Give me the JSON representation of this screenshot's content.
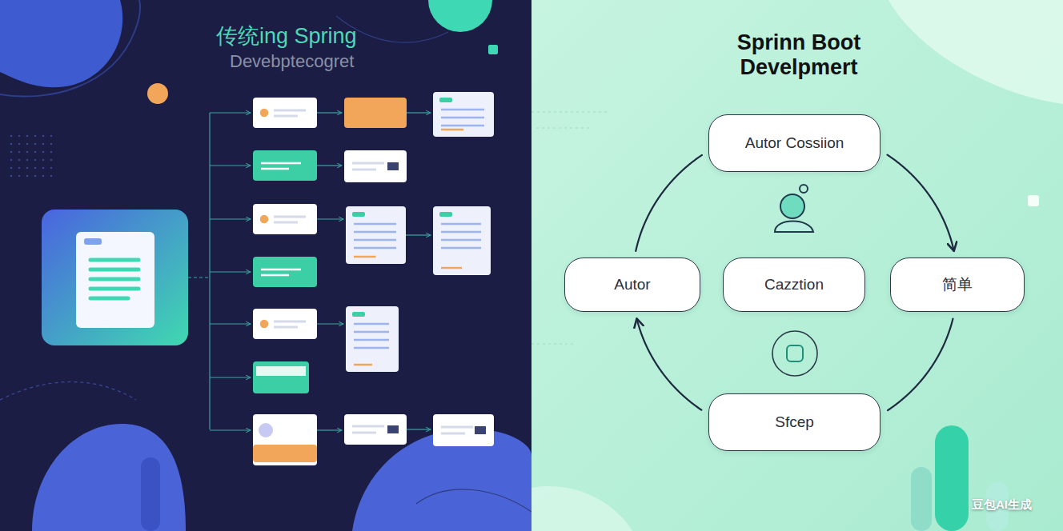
{
  "diagram": {
    "nodes": [
      {
        "text": [
          "Autor Cossiion"
        ]
      },
      {
        "text": [
          "Autor"
        ]
      },
      {
        "text": [
          "Cazztion"
        ]
      },
      {
        "text": [
          "简单"
        ]
      },
      {
        "text": [
          "Sfcep"
        ]
      }
    ],
    "edges": [
      {
        "from": 0,
        "to": 3,
        "arrow": "to"
      },
      {
        "from": 3,
        "to": 4,
        "arrow": "none"
      },
      {
        "from": 4,
        "to": 1,
        "arrow": "to"
      },
      {
        "from": 1,
        "to": 0,
        "arrow": "none"
      }
    ],
    "labels": [
      "传统ing Spring",
      "Devebptecogret",
      "Sprinn Boot Develpmert",
      "豆包AI生成"
    ]
  }
}
